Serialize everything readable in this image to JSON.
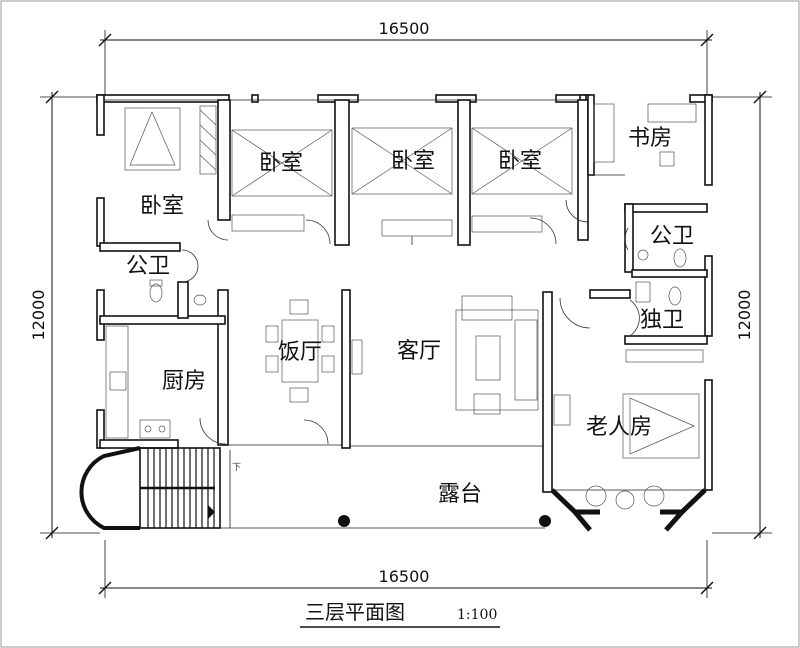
{
  "dimensions": {
    "top_width": "16500",
    "bottom_width": "16500",
    "left_height": "12000",
    "right_height": "12000"
  },
  "rooms": {
    "bedroom_master": "卧室",
    "bedroom_2": "卧室",
    "bedroom_3": "卧室",
    "bedroom_4": "卧室",
    "study": "书房",
    "public_bath_left": "公卫",
    "public_bath_right": "公卫",
    "private_bath": "独卫",
    "kitchen": "厨房",
    "dining": "饭厅",
    "living": "客厅",
    "elder_room": "老人房",
    "terrace": "露台"
  },
  "stair_note": "下",
  "title": {
    "text": "三层平面图",
    "scale": "1:100"
  }
}
